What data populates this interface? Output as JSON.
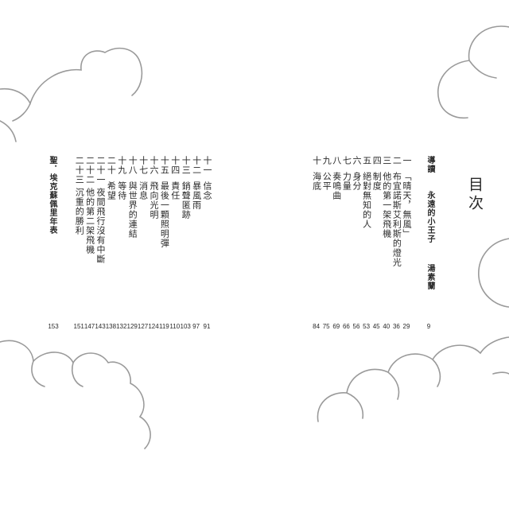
{
  "title": "目次",
  "prologue": {
    "label": "導讀",
    "text": "永遠的小王子",
    "author": "湯素蘭",
    "page": "9"
  },
  "chapters_right": [
    {
      "num": "一",
      "title": "「晴天，無風」",
      "page": "29"
    },
    {
      "num": "二",
      "title": "布宜諾斯艾利斯的燈光",
      "page": "36"
    },
    {
      "num": "三",
      "title": "他的第一架飛機",
      "page": "40"
    },
    {
      "num": "四",
      "title": "制度",
      "page": "45"
    },
    {
      "num": "五",
      "title": "絕對無知的人",
      "page": "53"
    },
    {
      "num": "六",
      "title": "身分",
      "page": "56"
    },
    {
      "num": "七",
      "title": "力量",
      "page": "66"
    },
    {
      "num": "八",
      "title": "奏鳴曲",
      "page": "69"
    },
    {
      "num": "九",
      "title": "公平",
      "page": "75"
    },
    {
      "num": "十",
      "title": "海底",
      "page": "84"
    }
  ],
  "chapters_left": [
    {
      "num": "十一",
      "title": "信念",
      "page": "91"
    },
    {
      "num": "十二",
      "title": "暴風雨",
      "page": "97"
    },
    {
      "num": "十三",
      "title": "銷聲匿跡",
      "page": "103"
    },
    {
      "num": "十四",
      "title": "責任",
      "page": "110"
    },
    {
      "num": "十五",
      "title": "最後一顆照明彈",
      "page": "119"
    },
    {
      "num": "十六",
      "title": "飛向光明",
      "page": "124"
    },
    {
      "num": "十七",
      "title": "消息",
      "page": "127"
    },
    {
      "num": "十八",
      "title": "與世界的連結",
      "page": "129"
    },
    {
      "num": "十九",
      "title": "等待",
      "page": "132"
    },
    {
      "num": "二十",
      "title": "希望",
      "page": "138"
    },
    {
      "num": "二十一",
      "title": "夜間飛行沒有中斷",
      "page": "143"
    },
    {
      "num": "二十二",
      "title": "他的第二架飛機",
      "page": "147"
    },
    {
      "num": "二十三",
      "title": "沉重的勝利",
      "page": "151"
    }
  ],
  "appendix": {
    "text": "聖．埃克蘇佩里年表",
    "page": "153"
  },
  "colors": {
    "text": "#2a2a2a",
    "cloud": "#9a9a9a"
  }
}
